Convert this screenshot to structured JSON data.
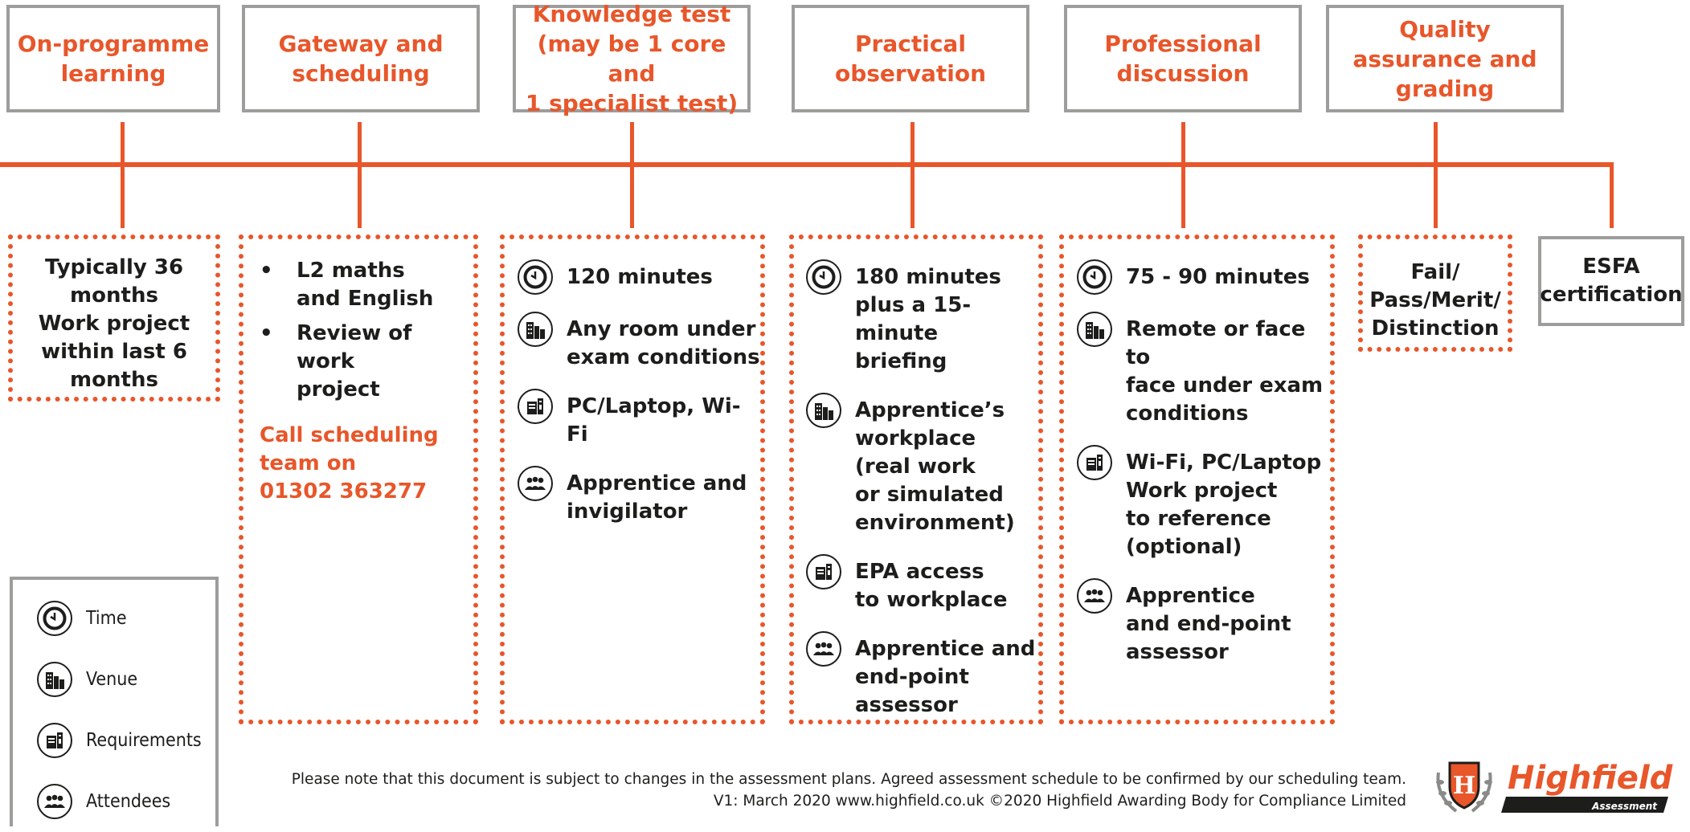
{
  "colors": {
    "accent": "#e8562a",
    "frame": "#9d9d9c",
    "text": "#1d1d1b"
  },
  "stages": [
    {
      "id": "on-programme",
      "title": "On-programme\nlearning"
    },
    {
      "id": "gateway",
      "title": "Gateway and\nscheduling"
    },
    {
      "id": "knowledge-test",
      "title": "Knowledge test\n(may be 1 core and\n1 specialist test)"
    },
    {
      "id": "practical",
      "title": "Practical\nobservation"
    },
    {
      "id": "professional",
      "title": "Professional\ndiscussion"
    },
    {
      "id": "quality",
      "title": "Quality\nassurance and\ngrading"
    }
  ],
  "details": {
    "on_programme": "Typically 36\nmonths\nWork project\nwithin last 6\nmonths",
    "gateway": {
      "bullets": [
        "L2 maths\nand English",
        "Review of work\nproject"
      ],
      "call": "Call scheduling\nteam on\n01302 363277"
    },
    "knowledge_test": [
      {
        "icon": "time-icon",
        "text": "120 minutes"
      },
      {
        "icon": "venue-icon",
        "text": "Any room under\nexam conditions"
      },
      {
        "icon": "requirements-icon",
        "text": "PC/Laptop, Wi-Fi"
      },
      {
        "icon": "attendees-icon",
        "text": "Apprentice and\ninvigilator"
      }
    ],
    "practical": [
      {
        "icon": "time-icon",
        "text": "180 minutes\nplus a 15-minute\nbriefing"
      },
      {
        "icon": "venue-icon",
        "text": "Apprentice’s\nworkplace\n(real work\nor simulated\nenvironment)"
      },
      {
        "icon": "requirements-icon",
        "text": "EPA access\nto workplace"
      },
      {
        "icon": "attendees-icon",
        "text": "Apprentice and\nend-point\nassessor"
      }
    ],
    "professional": [
      {
        "icon": "time-icon",
        "text": "75 - 90 minutes"
      },
      {
        "icon": "venue-icon",
        "text": "Remote or face to\nface under exam\nconditions"
      },
      {
        "icon": "requirements-icon",
        "text": "Wi-Fi, PC/Laptop\nWork project\nto reference\n(optional)"
      },
      {
        "icon": "attendees-icon",
        "text": "Apprentice\nand end-point\nassessor"
      }
    ],
    "quality": "Fail/\nPass/Merit/\nDistinction"
  },
  "esfa": "ESFA\ncertification",
  "legend": [
    {
      "icon": "time-icon",
      "label": "Time"
    },
    {
      "icon": "venue-icon",
      "label": "Venue"
    },
    {
      "icon": "requirements-icon",
      "label": "Requirements"
    },
    {
      "icon": "attendees-icon",
      "label": "Attendees"
    }
  ],
  "footer": {
    "line1": "Please note that this document is subject to changes in the assessment plans.  Agreed assessment schedule to be confirmed by our scheduling team.",
    "line2": "V1: March 2020   www.highfield.co.uk   ©2020 Highfield Awarding Body for Compliance Limited"
  },
  "logo": {
    "brand": "Highfield",
    "sub": "Assessment",
    "mark": "H"
  }
}
